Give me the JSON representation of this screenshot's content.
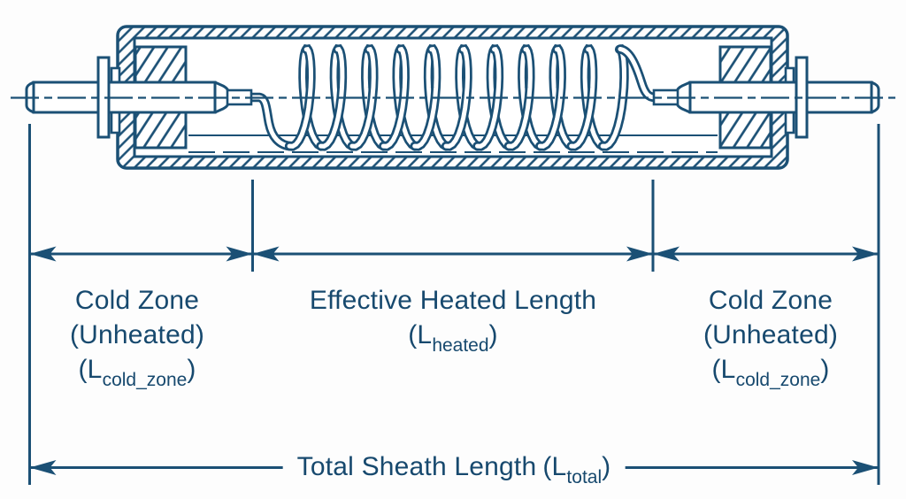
{
  "colors": {
    "line": "#1b5075",
    "text": "#17496e",
    "background": "#fdfdfd",
    "fill": "#ffffff"
  },
  "labels": {
    "cold_zone_left": {
      "title": "Cold Zone",
      "subtitle": "(Unheated)",
      "sym_pre": "(L",
      "sym_sub": "cold_zone",
      "sym_post": ")"
    },
    "heated": {
      "title": "Effective Heated Length",
      "sym_pre": "(L",
      "sym_sub": "heated",
      "sym_post": ")"
    },
    "cold_zone_right": {
      "title": "Cold Zone",
      "subtitle": "(Unheated)",
      "sym_pre": "(L",
      "sym_sub": "cold_zone",
      "sym_post": ")"
    },
    "total": {
      "title": "Total Sheath Length",
      "sym_pre": "(L",
      "sym_sub": "total",
      "sym_post": ")"
    }
  }
}
